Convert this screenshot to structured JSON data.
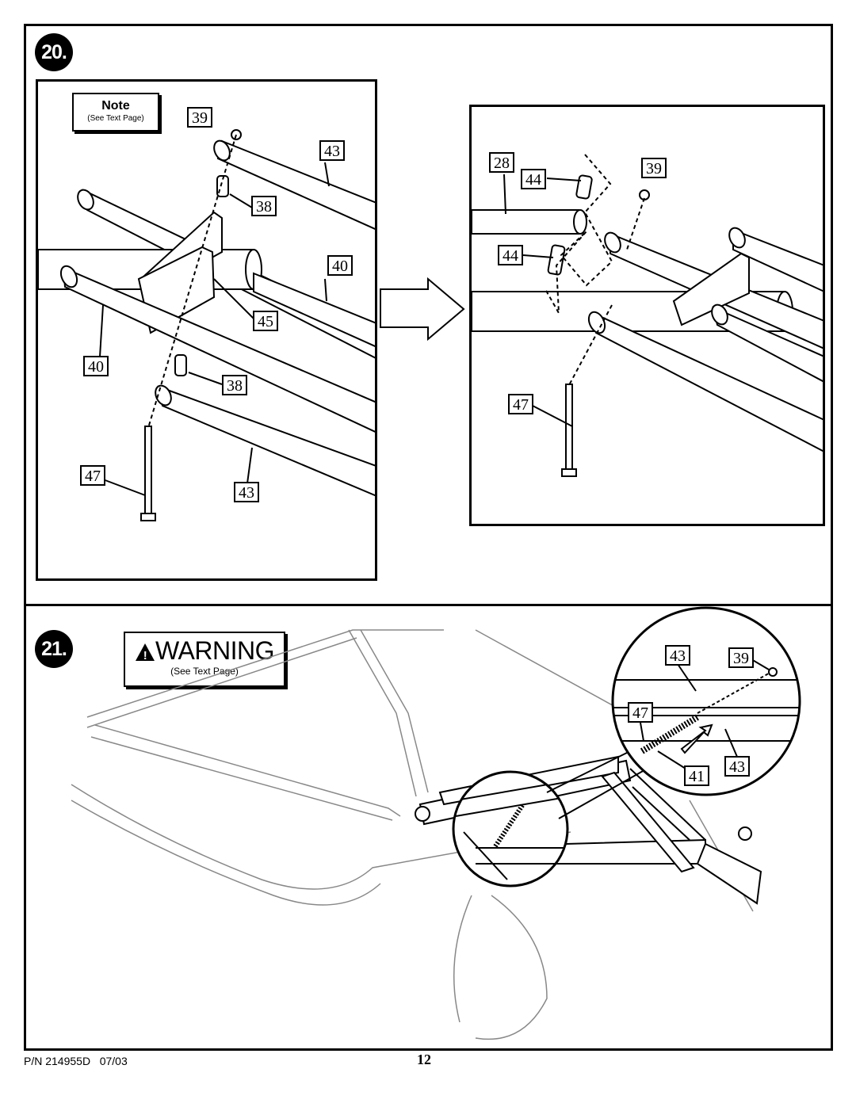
{
  "step_20": {
    "number": "20."
  },
  "step_21": {
    "number": "21."
  },
  "note": {
    "title": "Note",
    "subtitle": "(See Text Page)"
  },
  "warning": {
    "symbol": "!",
    "title": "WARNING",
    "subtitle": "(See Text Page)"
  },
  "left_panel_callouts": [
    "39",
    "43",
    "38",
    "40",
    "45",
    "40",
    "38",
    "47",
    "43"
  ],
  "right_panel_callouts": [
    "28",
    "44",
    "39",
    "44",
    "47"
  ],
  "step_21_callouts": [
    "43",
    "39",
    "47",
    "43",
    "41"
  ],
  "footer": {
    "part_number": "P/N 214955D   07/03",
    "page_number": "12"
  }
}
